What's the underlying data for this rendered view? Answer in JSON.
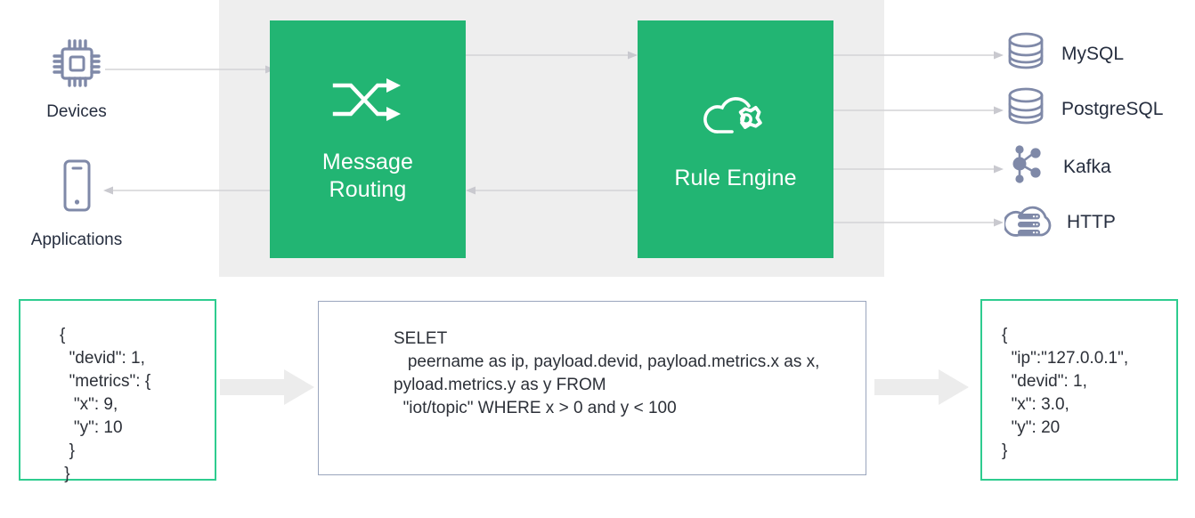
{
  "diagram": {
    "title": "EMQX message routing and rule engine data flow",
    "colors": {
      "green": "#22b573",
      "panel_green_border": "#2ecc8f",
      "panel_blue_border": "#9aa5bd",
      "band_gray": "#eeeeee",
      "arrow_gray": "#d3d3d6",
      "block_arrow_gray": "#ececec",
      "icon_blue_gray": "#7f89a8",
      "text_dark": "#262e3f"
    }
  },
  "sources": [
    {
      "id": "devices",
      "label": "Devices",
      "icon": "cpu-chip-icon"
    },
    {
      "id": "applications",
      "label": "Applications",
      "icon": "smartphone-icon"
    }
  ],
  "processes": [
    {
      "id": "message-routing",
      "label": "Message\nRouting",
      "icon": "shuffle-arrows-icon"
    },
    {
      "id": "rule-engine",
      "label": "Rule Engine",
      "icon": "cloud-gear-icon"
    }
  ],
  "sinks": [
    {
      "id": "mysql",
      "label": "MySQL",
      "icon": "database-cylinder-icon"
    },
    {
      "id": "postgresql",
      "label": "PostgreSQL",
      "icon": "database-cylinder-icon"
    },
    {
      "id": "kafka",
      "label": "Kafka",
      "icon": "node-network-icon"
    },
    {
      "id": "http",
      "label": "HTTP",
      "icon": "cloud-server-icon"
    }
  ],
  "panels": {
    "input": {
      "id": "input-payload",
      "code": "{\n  \"devid\": 1,\n  \"metrics\": {\n   \"x\": 9,\n   \"y\": 10\n  }\n }"
    },
    "sql": {
      "id": "rule-sql",
      "code": "SELET\n   peername as ip, payload.devid, payload.metrics.x as x, pyload.metrics.y as y FROM\n  \"iot/topic\" WHERE x > 0 and y < 100"
    },
    "output": {
      "id": "output-payload",
      "code": "{\n  \"ip\":\"127.0.0.1\",\n  \"devid\": 1,\n  \"x\": 3.0,\n  \"y\": 20\n}"
    }
  }
}
